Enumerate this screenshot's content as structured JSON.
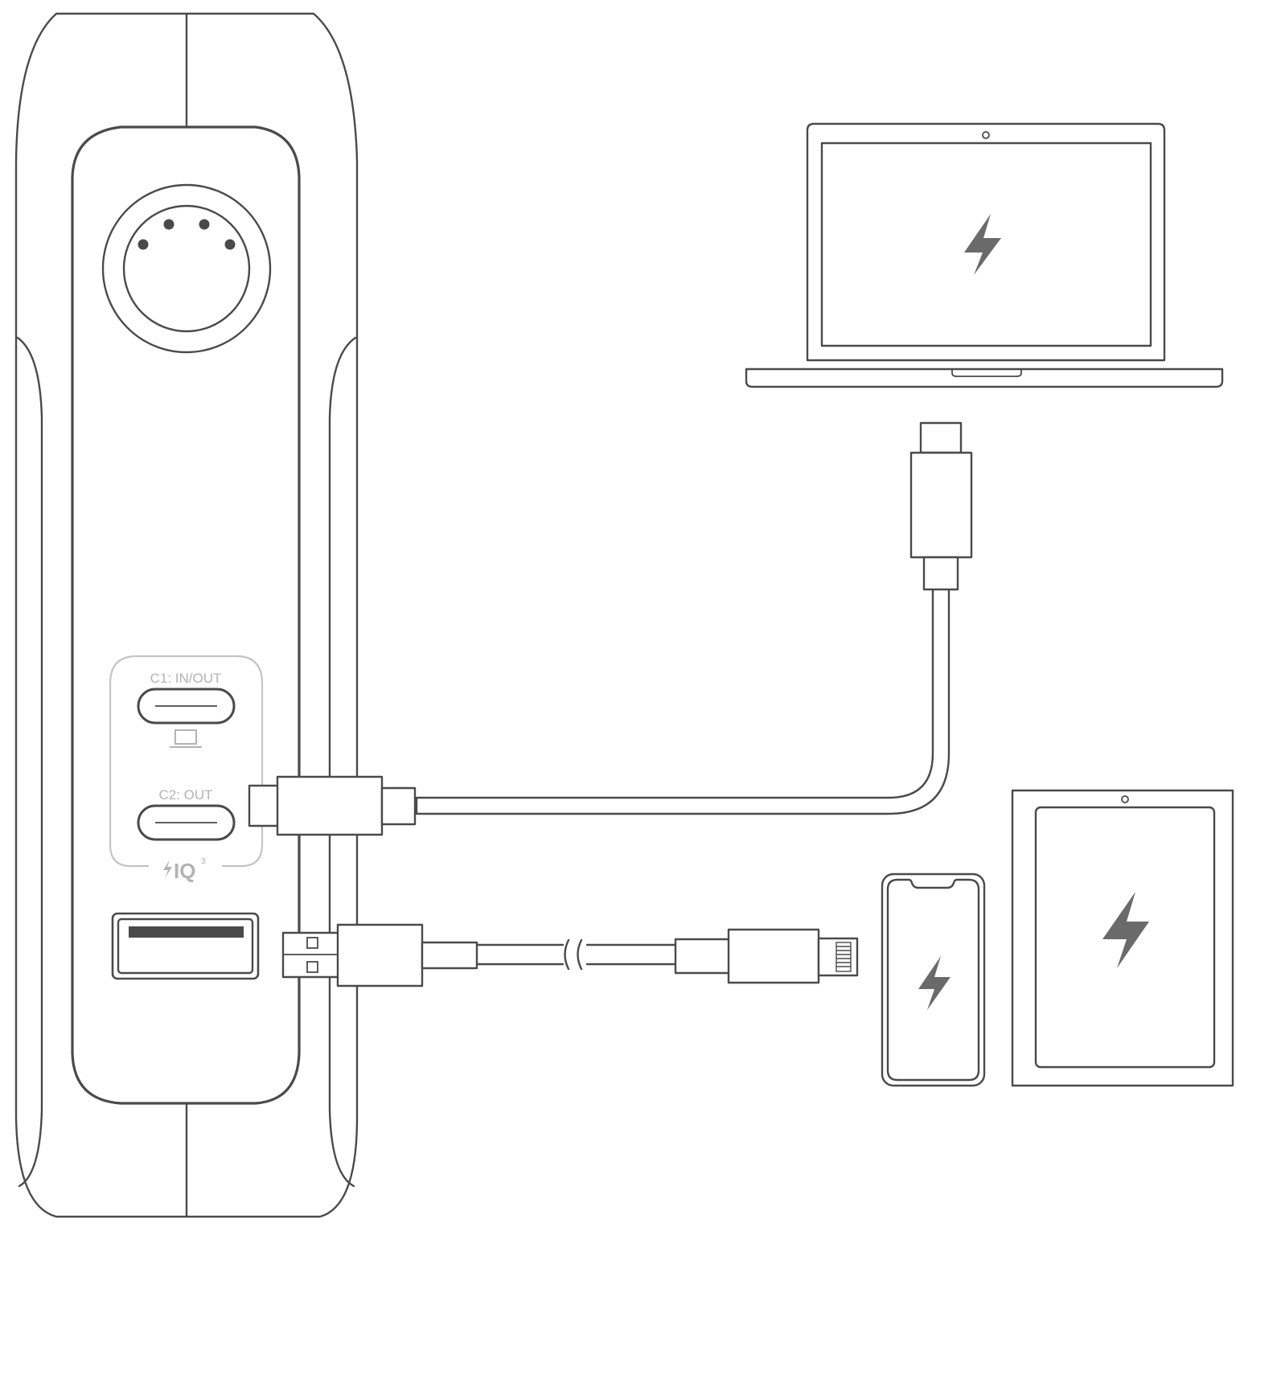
{
  "power_bank": {
    "ports": {
      "c1_label": "C1: IN/OUT",
      "c2_label": "C2: OUT"
    },
    "logo": {
      "text": "IQ",
      "superscript": "3"
    }
  },
  "colors": {
    "line": "#4a4a4a",
    "label_grey": "#b4b4b4",
    "bolt": "#6a6a6a",
    "background": "#ffffff"
  },
  "icons": [
    "laptop-icon",
    "phone-icon",
    "tablet-icon",
    "lightning-bolt-icon",
    "usb-c-connector-icon",
    "usb-a-connector-icon",
    "lightning-connector-icon"
  ]
}
